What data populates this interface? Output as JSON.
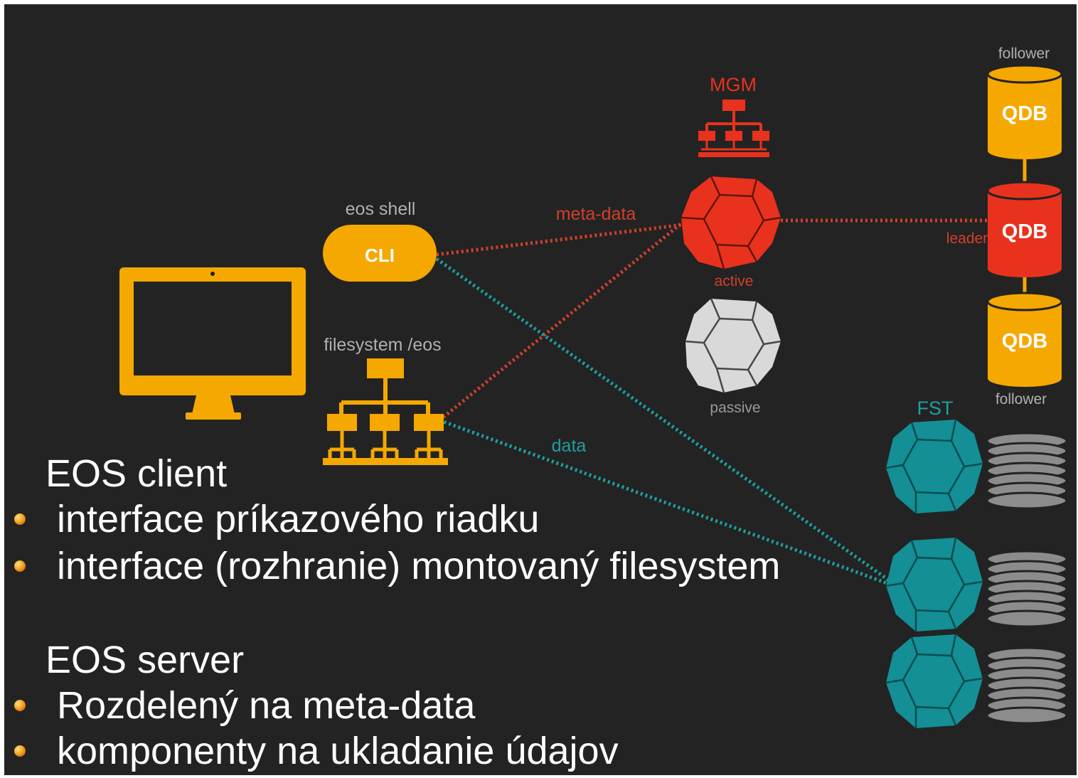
{
  "diagram": {
    "labels": {
      "eos_shell": "eos shell",
      "cli": "CLI",
      "filesystem": "filesystem /eos",
      "meta_data": "meta-data",
      "data": "data",
      "mgm": "MGM",
      "active": "active",
      "passive": "passive",
      "fst": "FST",
      "leader": "leader",
      "follower_top": "follower",
      "follower_bottom": "follower",
      "qdb_top": "QDB",
      "qdb_middle": "QDB",
      "qdb_bottom": "QDB"
    },
    "colors": {
      "background": "#232323",
      "client": "#f5a800",
      "mgm_active": "#e8321e",
      "mgm_passive": "#d9d9d9",
      "fst": "#138f95",
      "disk": "#8c8c8c",
      "metadata_link": "#d0402b",
      "data_link": "#1f9e9e"
    }
  },
  "client_section": {
    "heading": "EOS client",
    "items": [
      "interface  príkazového riadku",
      "interface (rozhranie)  montovaný filesystem"
    ]
  },
  "server_section": {
    "heading": "EOS server",
    "items": [
      "Rozdelený na meta-data",
      "komponenty na ukladanie údajov"
    ]
  }
}
